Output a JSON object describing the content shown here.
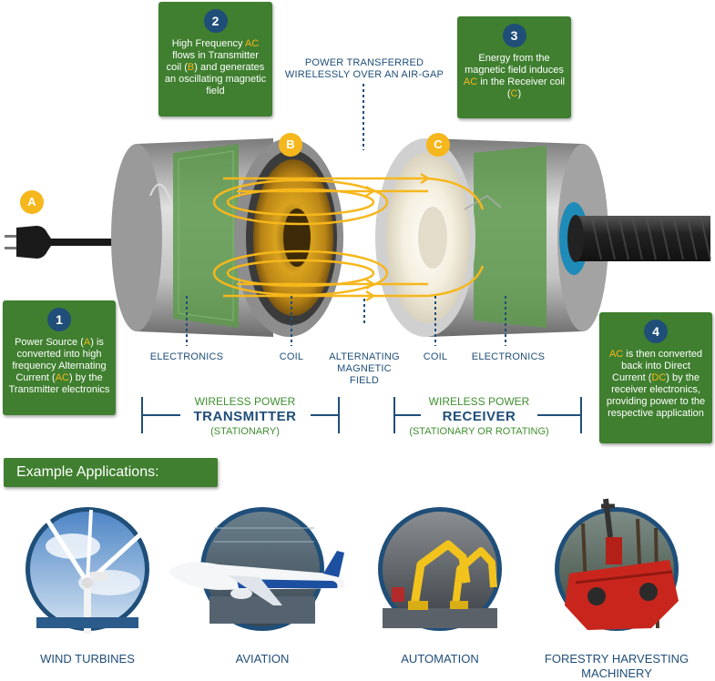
{
  "callouts": {
    "c1": {
      "num": "1",
      "pre": "Power Source (",
      "h1": "A",
      "mid1": ") is converted into high frequency Alternating Current (",
      "h2": "AC",
      "post": ") by the Transmitter electronics"
    },
    "c2": {
      "num": "2",
      "pre": "High Frequency ",
      "h1": "AC",
      "mid1": " flows in Transmitter coil (",
      "h2": "B",
      "post": ") and generates an oscillating magnetic field"
    },
    "c3": {
      "num": "3",
      "pre": "Energy from the magnetic field induces ",
      "h1": "AC",
      "mid1": " in the Receiver coil (",
      "h2": "C",
      "post": ")"
    },
    "c4": {
      "num": "4",
      "pre": "",
      "h1": "AC",
      "mid1": " is then converted back into Direct Current (",
      "h2": "DC",
      "post": ") by the receiver electronics, providing power to the respective application"
    }
  },
  "air_gap": {
    "line1": "POWER TRANSFERRED",
    "line2": "WIRELESSLY OVER AN AIR-GAP"
  },
  "letters": {
    "a": "A",
    "b": "B",
    "c": "C"
  },
  "labels": {
    "electronics_left": "ELECTRONICS",
    "coil_left": "COIL",
    "field_l1": "ALTERNATING",
    "field_l2": "MAGNETIC",
    "field_l3": "FIELD",
    "coil_right": "COIL",
    "electronics_right": "ELECTRONICS"
  },
  "transmitter": {
    "top": "WIRELESS POWER",
    "main": "TRANSMITTER",
    "sub": "(STATIONARY)"
  },
  "receiver": {
    "top": "WIRELESS POWER",
    "main": "RECEIVER",
    "sub": "(STATIONARY OR ROTATING)"
  },
  "apps_title": "Example Applications:",
  "apps": [
    {
      "l1": "WIND TURBINES",
      "l2": ""
    },
    {
      "l1": "AVIATION",
      "l2": ""
    },
    {
      "l1": "AUTOMATION",
      "l2": ""
    },
    {
      "l1": "FORESTRY HARVESTING",
      "l2": "MACHINERY"
    }
  ],
  "colors": {
    "green": "#3f7f2f",
    "navy": "#1f4e79",
    "orange": "#f6b71c"
  }
}
